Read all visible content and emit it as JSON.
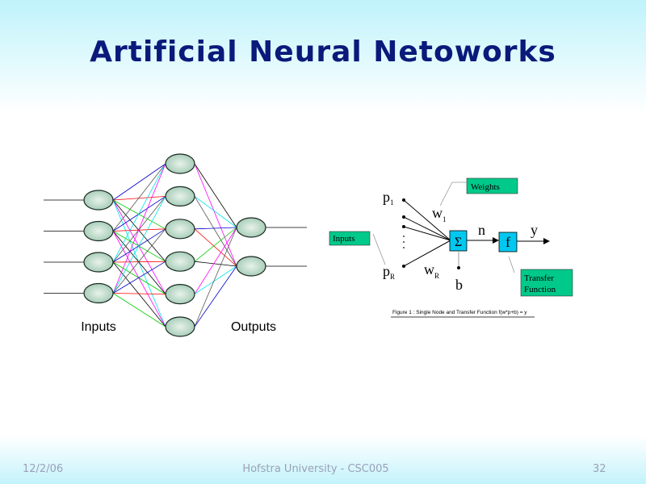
{
  "slide": {
    "title": "Artificial Neural Netoworks"
  },
  "network_diagram": {
    "inputs_label": "Inputs",
    "outputs_label": "Outputs",
    "layers": {
      "input": 4,
      "hidden": 6,
      "output": 2
    },
    "edge_colors": [
      "#0000cc",
      "#ff0000",
      "#00cc00",
      "#000000",
      "#ff00ff",
      "#00e5e5",
      "#555555"
    ]
  },
  "node_diagram": {
    "weights_label": "Weights",
    "inputs_label": "Inputs",
    "p1": "p",
    "p1_sub": "1",
    "pR": "p",
    "pR_sub": "R",
    "w1": "w",
    "w1_sub": "1",
    "wR": "w",
    "wR_sub": "R",
    "sum_symbol": "Σ",
    "n": "n",
    "f": "f",
    "y": "y",
    "b": "b",
    "transfer_label_1": "Transfer",
    "transfer_label_2": "Function",
    "caption": "Figure 1 : Single Node and Transfer Function f(w*p+b) = y",
    "box_color": "#00c8f0",
    "label_box_color": "#00c98a"
  },
  "footer": {
    "date": "12/2/06",
    "center": "Hofstra University - CSC005",
    "page": "32"
  }
}
